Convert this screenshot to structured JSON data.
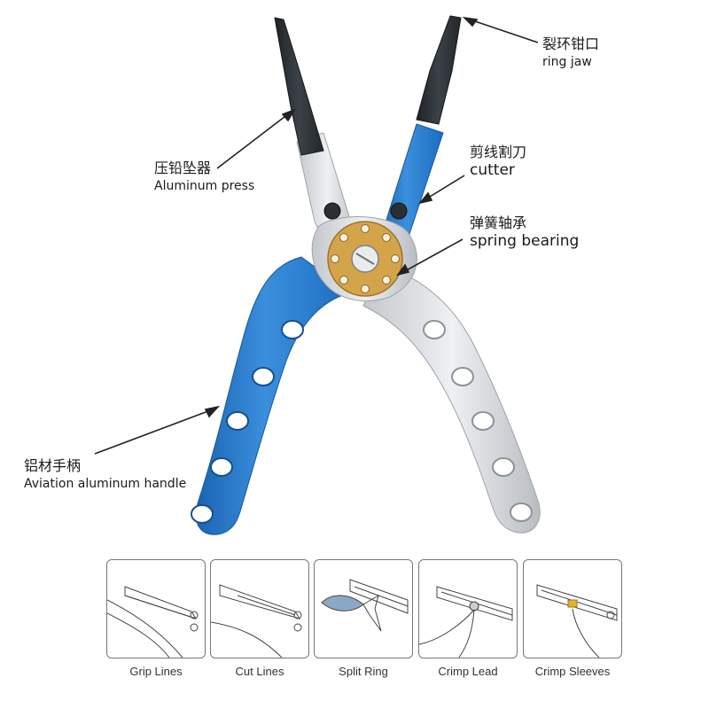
{
  "labels": {
    "ring_jaw": {
      "zh": "裂环钳口",
      "en": "ring jaw"
    },
    "press": {
      "zh": "压铅坠器",
      "en": "Aluminum press"
    },
    "cutter": {
      "zh": "剪线割刀",
      "en": "cutter"
    },
    "bearing": {
      "zh": "弹簧轴承",
      "en": "spring bearing"
    },
    "handle": {
      "zh": "铝材手柄",
      "en": "Aviation aluminum handle"
    }
  },
  "usages": [
    {
      "caption": "Grip Lines"
    },
    {
      "caption": "Cut Lines"
    },
    {
      "caption": "Split Ring"
    },
    {
      "caption": "Crimp Lead"
    },
    {
      "caption": "Crimp Sleeves"
    }
  ],
  "colors": {
    "blue_handle": "#2f7fd0",
    "silver_handle": "#d9dcdf",
    "jaw_black": "#2b2f33",
    "bearing_gold": "#d3a44a"
  }
}
